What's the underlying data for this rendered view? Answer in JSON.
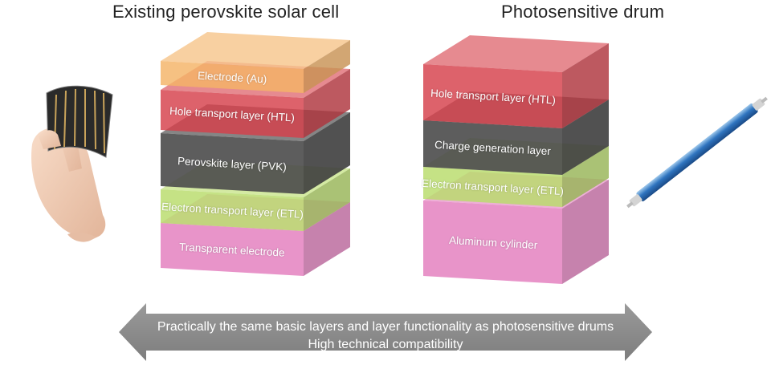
{
  "titles": {
    "left": "Existing perovskite solar cell",
    "right": "Photosensitive drum"
  },
  "left_stack": [
    {
      "label": "Electrode (Au)",
      "color": "#f4b366"
    },
    {
      "label": "Hole transport layer (HTL)",
      "color": "#d6404a"
    },
    {
      "label": "Perovskite layer (PVK)",
      "color": "#4b4b4b"
    },
    {
      "label": "Electron transport layer (ETL)",
      "color": "#b8dc6a"
    },
    {
      "label": "Transparent electrode",
      "color": "#e37cbd"
    }
  ],
  "right_stack": [
    {
      "label": "Hole transport layer (HTL)",
      "color": "#d6404a"
    },
    {
      "label": "Charge generation layer",
      "color": "#4b4b4b"
    },
    {
      "label": "Electron transport layer (ETL)",
      "color": "#b8dc6a"
    },
    {
      "label": "Aluminum cylinder",
      "color": "#e37cbd"
    }
  ],
  "banner": {
    "line1": "Practically the same basic layers and layer functionality as photosensitive drums",
    "line2": "High technical compatibility",
    "color": "#8f8f8f"
  },
  "icons": {
    "left": "hand-holding-flexible-solar-cell-icon",
    "right": "photosensitive-drum-rod-icon"
  }
}
